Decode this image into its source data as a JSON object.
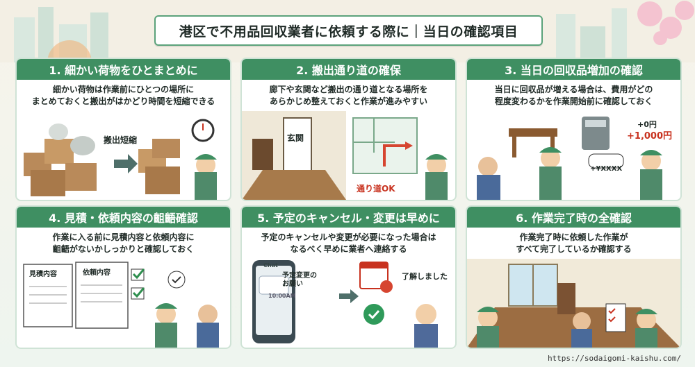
{
  "title": "港区で不用品回収業者に依頼する際に｜当日の確認項目",
  "panels": [
    {
      "heading": "1. 細かい荷物をひとまとめに",
      "body": "細かい荷物は作業前にひとつの場所に\nまとめておくと搬出がはかどり時間を短縮できる",
      "label": "搬出短縮"
    },
    {
      "heading": "2. 搬出通り道の確保",
      "body": "廊下や玄関など搬出の通り道となる場所を\nあらかじめ整えておくと作業が進みやすい",
      "label_door": "玄関",
      "label_ok": "通り道OK"
    },
    {
      "heading": "3. 当日の回収品増加の確認",
      "body": "当日に回収品が増える場合は、費用がどの\n程度変わるかを作業開始前に確認しておく",
      "price_old": "+0円",
      "price_new": "+1,000円",
      "bubble": "+¥XXXX"
    },
    {
      "heading": "4. 見積・依頼内容の齟齬確認",
      "body": "作業に入る前に見積内容と依頼内容に\n齟齬がないかしっかりと確認しておく",
      "doc1": "見積内容",
      "doc2": "依頼内容"
    },
    {
      "heading": "5. 予定のキャンセル・変更は早めに",
      "body": "予定のキャンセルや変更が必要になった場合は\nなるべく早めに業者へ連絡する",
      "phone_app": "Chat",
      "phone_msg": "予定変更の\nお願い",
      "phone_time": "10:00AM",
      "reply": "了解しました"
    },
    {
      "heading": "6. 作業完了時の全確認",
      "body": "作業完了時に依頼した作業が\nすべて完了しているか確認する"
    }
  ],
  "footer_url": "https://sodaigomi-kaishu.com/",
  "colors": {
    "accent": "#3f8f62",
    "red": "#c8321f"
  }
}
